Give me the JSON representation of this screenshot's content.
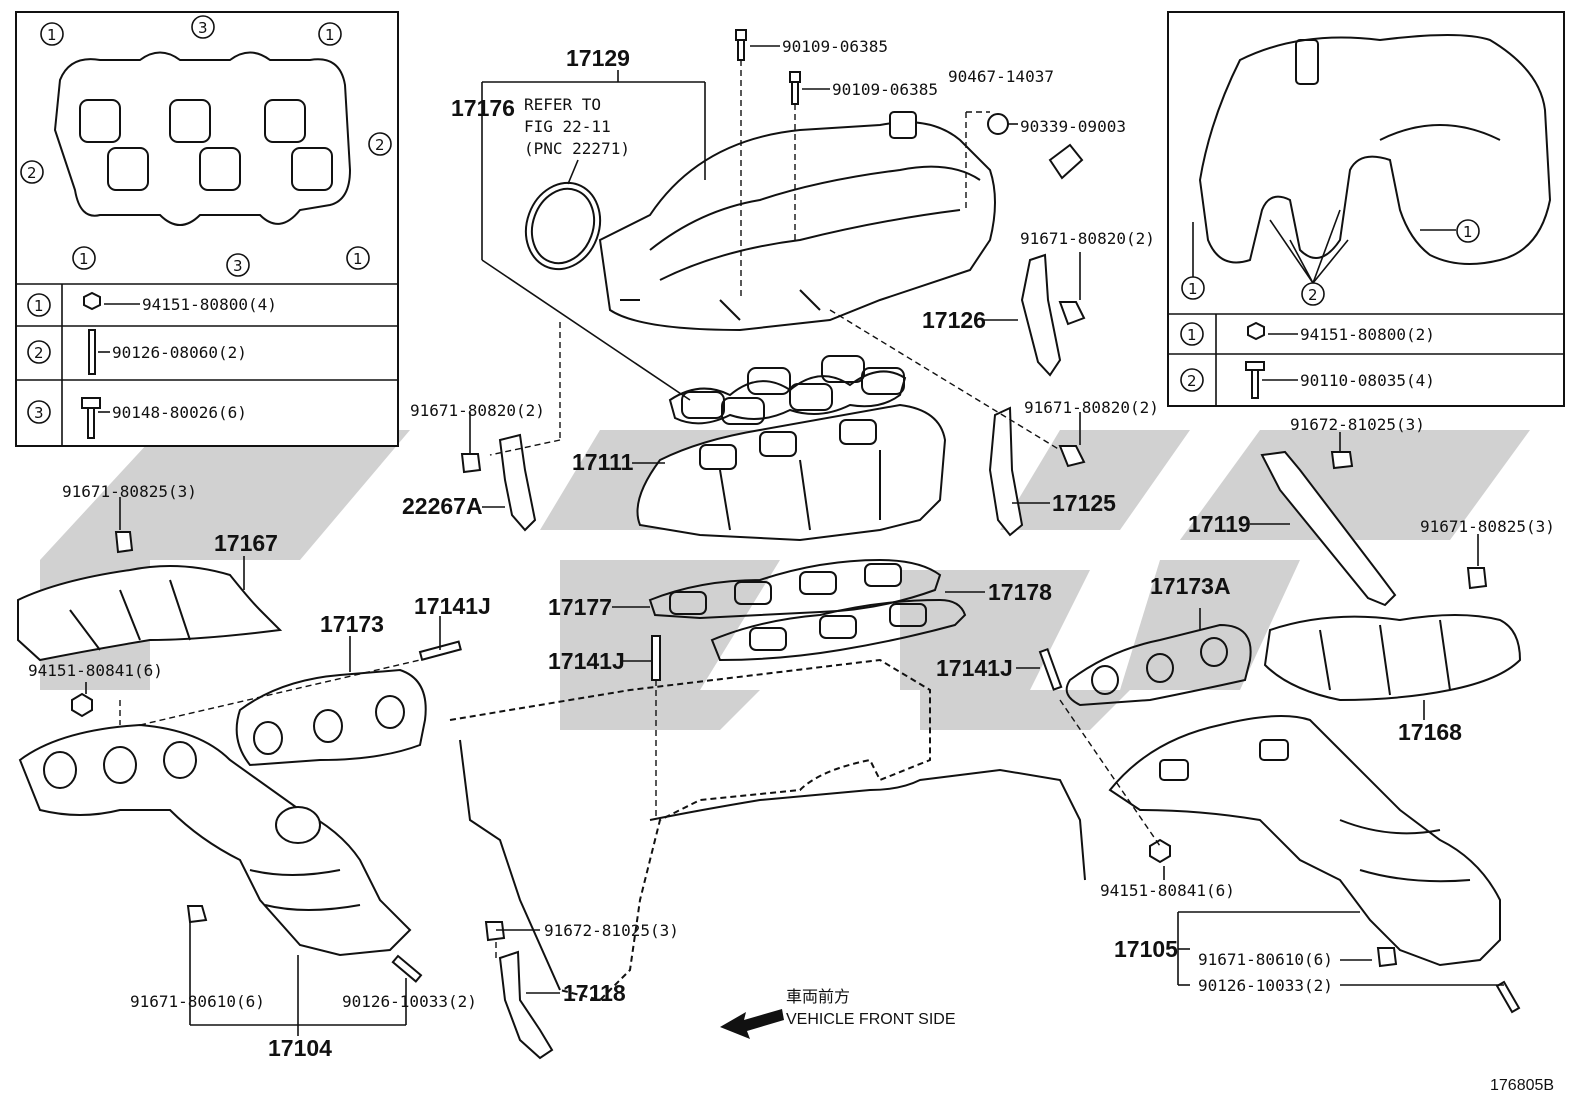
{
  "diagram_code": "176805B",
  "front_label_jp": "車両前方",
  "front_label_en": "VEHICLE FRONT SIDE",
  "refer": {
    "line1": "REFER TO",
    "line2": "FIG 22-11",
    "line3": "(PNC 22271)"
  },
  "parts": {
    "p17129": "17129",
    "p17176": "17176",
    "p17126": "17126",
    "p17111": "17111",
    "p22267A": "22267A",
    "p17125": "17125",
    "p17167": "17167",
    "p17173": "17173",
    "p17141J_a": "17141J",
    "p17177": "17177",
    "p17178": "17178",
    "p17141J_b": "17141J",
    "p17141J_c": "17141J",
    "p17173A": "17173A",
    "p17119": "17119",
    "p17168": "17168",
    "p17104": "17104",
    "p17118": "17118",
    "p17105": "17105"
  },
  "bolts": {
    "b1": "90109-06385",
    "b2": "90109-06385",
    "b3": "90467-14037",
    "b4": "90339-09003",
    "b5": "91671-80820(2)",
    "b6": "91671-80820(2)",
    "b7": "91671-80820(2)",
    "b8": "91671-80825(3)",
    "b9": "94151-80841(6)",
    "b10": "91672-81025(3)",
    "b11": "91671-80825(3)",
    "b12": "94151-80841(6)",
    "b13": "91672-81025(3)",
    "b14": "91671-80610(6)",
    "b15": "90126-10033(2)",
    "b16": "91671-80610(6)",
    "b17": "90126-10033(2)"
  },
  "left_table": [
    {
      "num": "1",
      "part": "94151-80800(4)"
    },
    {
      "num": "2",
      "part": "90126-08060(2)"
    },
    {
      "num": "3",
      "part": "90148-80026(6)"
    }
  ],
  "right_table": [
    {
      "num": "1",
      "part": "94151-80800(2)"
    },
    {
      "num": "2",
      "part": "90110-08035(4)"
    }
  ],
  "callouts": {
    "c1": "1",
    "c2": "2",
    "c3": "3"
  }
}
